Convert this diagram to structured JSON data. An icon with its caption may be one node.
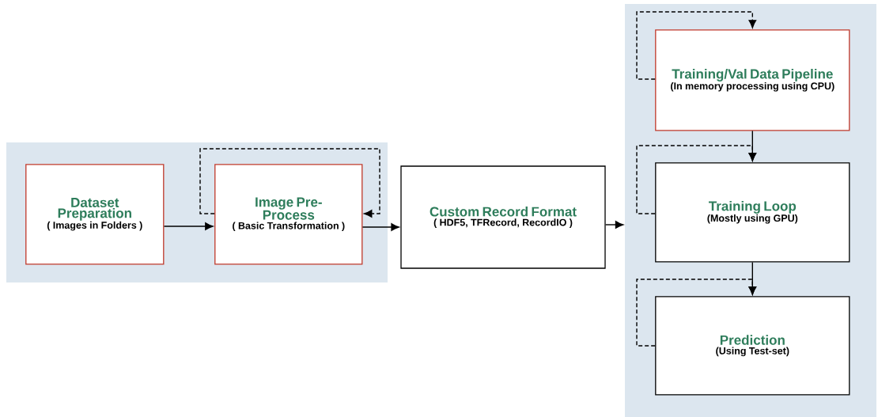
{
  "diagram": {
    "nodes": [
      {
        "text": [],
        "shape": "box"
      },
      {
        "text": [
          "Dataset Preparation",
          "( Images in Folders )"
        ],
        "in": 0
      },
      {
        "text": [
          "Image Pre-Process",
          "( Basic Transformation )"
        ],
        "in": 0
      },
      {
        "text": [
          "Custom Record Format",
          "( HDF5, TFRecord, RecordIO )"
        ]
      },
      {
        "text": [],
        "shape": "box"
      },
      {
        "text": [
          "Training/Val Data Pipeline",
          "(In memory processing using CPU)"
        ],
        "in": 4
      },
      {
        "text": [
          "Training Loop",
          "(Mostly using GPU)"
        ],
        "in": 4
      },
      {
        "text": [
          "Prediction",
          "(Using Test-set)"
        ],
        "in": 4
      }
    ],
    "edges": [
      {
        "from": 1,
        "to": 2,
        "arrow": "to"
      },
      {
        "from": 2,
        "to": 2,
        "arrow": "to",
        "style": "dashed"
      },
      {
        "from": 2,
        "to": 3,
        "arrow": "to"
      },
      {
        "from": 3,
        "to": 4,
        "arrow": "to"
      },
      {
        "from": 5,
        "to": 5,
        "arrow": "to",
        "style": "dashed"
      },
      {
        "from": 5,
        "to": 6,
        "arrow": "to"
      },
      {
        "from": 6,
        "to": 6,
        "arrow": "to",
        "style": "dashed"
      },
      {
        "from": 6,
        "to": 7,
        "arrow": "to"
      },
      {
        "from": 7,
        "to": 7,
        "arrow": "to",
        "style": "dashed"
      }
    ]
  }
}
